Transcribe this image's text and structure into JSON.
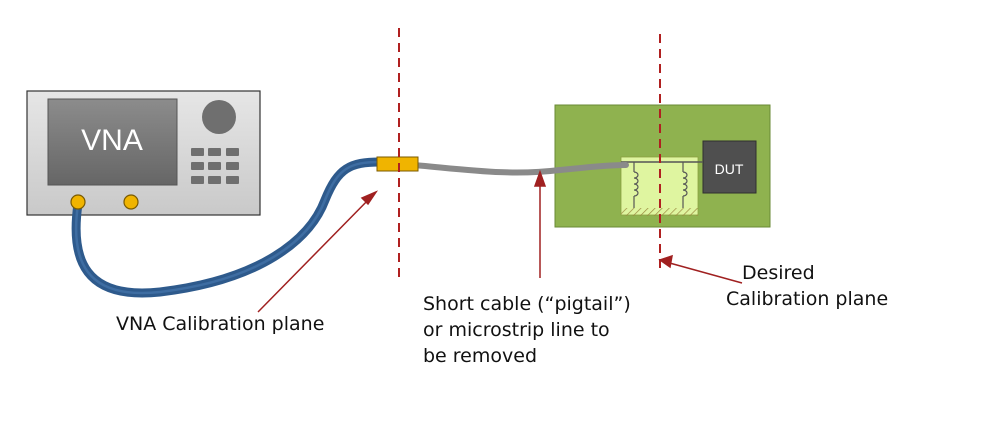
{
  "instrument": {
    "screen_label": "VNA"
  },
  "device": {
    "label": "DUT"
  },
  "labels": {
    "vna_plane": "VNA Calibration plane",
    "pigtail_line1": "Short cable (“pigtail”)",
    "pigtail_line2": "or microstrip line to",
    "pigtail_line3": "be removed",
    "desired_line1": "Desired",
    "desired_line2": "Calibration plane"
  },
  "colors": {
    "cable_blue": "#2e5a8c",
    "pigtail_gray": "#8a8a8a",
    "connector_gold": "#f0b400",
    "board_green": "#8fb24f",
    "plane_line_red": "#b02020",
    "arrow_red": "#a02020"
  }
}
